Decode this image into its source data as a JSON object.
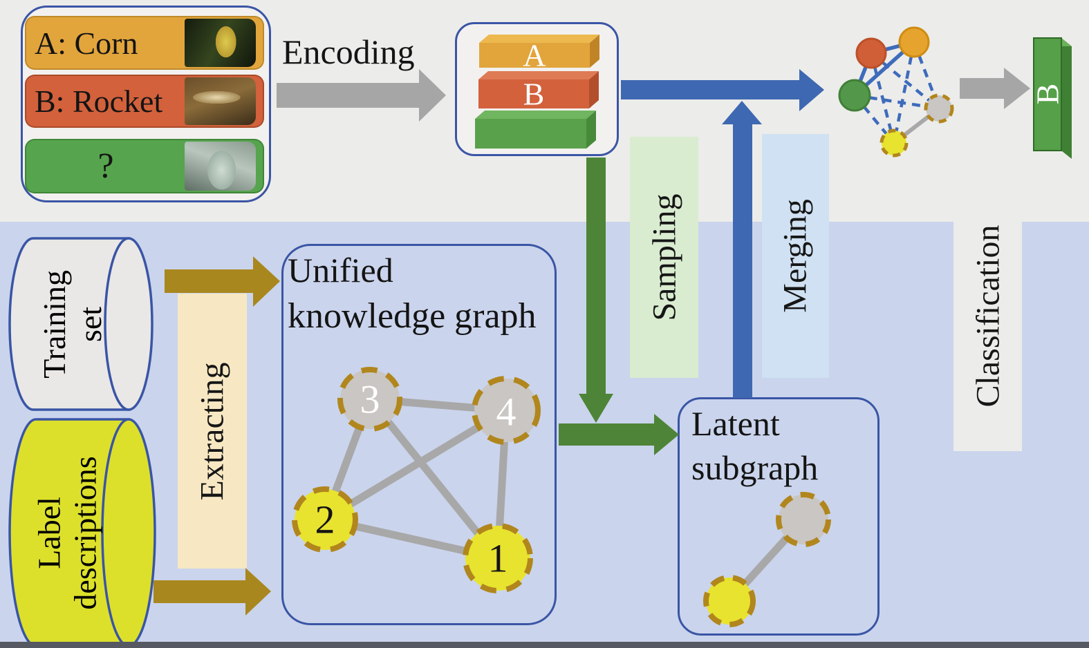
{
  "stage_labels": {
    "encoding": "Encoding",
    "extracting": "Extracting",
    "sampling": "Sampling",
    "merging": "Merging",
    "classification": "Classification"
  },
  "query_box": {
    "items": [
      {
        "label": "A: Corn",
        "photo": "corn-photo"
      },
      {
        "label": "B: Rocket",
        "photo": "rocket-photo"
      },
      {
        "label": "?",
        "photo": "aircraft-photo"
      }
    ]
  },
  "encoded_vectors": {
    "bar_a": "A",
    "bar_b": "B"
  },
  "datastores": {
    "training_set": {
      "line1": "Training",
      "line2": "set"
    },
    "label_descriptions": {
      "line1": "Label",
      "line2": "descriptions"
    }
  },
  "unified_knowledge_graph": {
    "title_line1": "Unified",
    "title_line2": "knowledge graph",
    "node_1": "1",
    "node_2": "2",
    "node_3": "3",
    "node_4": "4"
  },
  "latent_subgraph": {
    "title_line1": "Latent",
    "title_line2": "subgraph"
  },
  "output": {
    "predicted_label": "B"
  },
  "colors": {
    "background_top": "#ECECEA",
    "background_bottom": "#CAD4EC",
    "footer_strip": "#565962",
    "box_border_blue": "#3A55A5",
    "class_a_orange": "#E2A53C",
    "class_b_red": "#D2613C",
    "class_unknown_green": "#56A44E",
    "arrow_gray": "#A6A6A6",
    "arrow_gold": "#A9871F",
    "arrow_blue": "#3E68B1",
    "arrow_green": "#4E8437",
    "band_sampling": "#D9ECD0",
    "band_merging": "#CFE1F2",
    "band_extracting": "#F7E8C3",
    "band_classification": "#ECECEA",
    "node_gray": "#C9C6C3",
    "node_yellow": "#E8E32F",
    "node_dashed_border": "#B1861D",
    "edge_gray": "#A8A8A8",
    "edge_blue": "#3E6BBB",
    "cylinder_gray": "#E9E8E6",
    "cylinder_yellow": "#DCE02B"
  }
}
